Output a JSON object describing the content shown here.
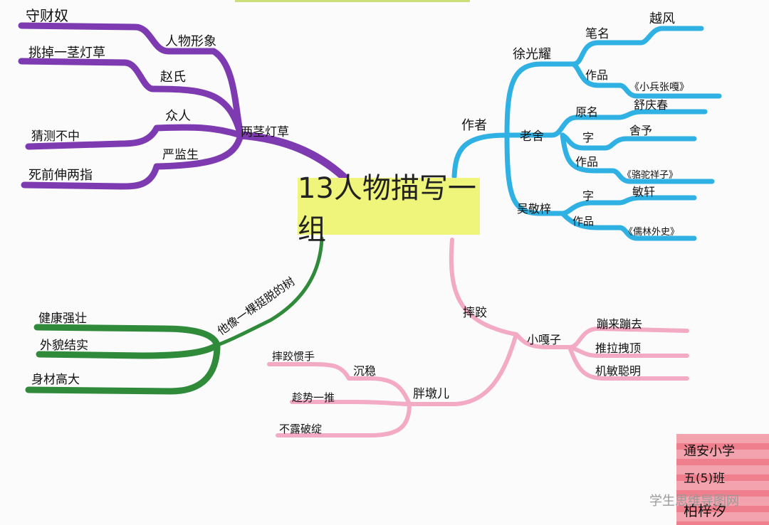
{
  "center": {
    "title": "13人物描写一组"
  },
  "purple": {
    "hub": "两茎灯草",
    "n1": "人物形象",
    "n1_leaf": "守财奴",
    "n2": "赵氏",
    "n2_leaf": "挑掉一茎灯草",
    "n3": "众人",
    "n3_leaf": "猜测不中",
    "n4": "严监生",
    "n4_leaf": "死前伸两指"
  },
  "blue": {
    "hub": "作者",
    "a1": "徐光耀",
    "a1_pen_label": "笔名",
    "a1_pen": "越风",
    "a1_work_label": "作品",
    "a1_work": "《小兵张嘎》",
    "a2": "老舍",
    "a2_orig_label": "原名",
    "a2_orig": "舒庆春",
    "a2_zi_label": "字",
    "a2_zi": "舍予",
    "a2_work_label": "作品",
    "a2_work": "《骆驼祥子》",
    "a3": "吴敬梓",
    "a3_zi_label": "字",
    "a3_zi": "敏轩",
    "a3_work_label": "作品",
    "a3_work": "《儒林外史》"
  },
  "green": {
    "hub": "他像一棵挺脱的树",
    "l1": "健康强壮",
    "l2": "外貌结实",
    "l3": "身材高大"
  },
  "pink": {
    "hub": "摔跤",
    "k1": "小嘎子",
    "k1_a": "蹦来蹦去",
    "k1_b": "推拉拽顶",
    "k1_c": "机敏聪明",
    "k2": "胖墩儿",
    "k2_a_label": "沉稳",
    "k2_a": "摔跤惯手",
    "k2_b": "趁势一推",
    "k2_c": "不露破绽"
  },
  "stamp": {
    "school": "通安小学",
    "class": "五(5)班",
    "name": "柏梓汐"
  },
  "watermark": "学生思维导图网",
  "colors": {
    "purple": "#7e3bb1",
    "blue": "#2fb1e3",
    "green": "#2f8a3a",
    "pink": "#f3aac4",
    "center": "#eef57a"
  }
}
